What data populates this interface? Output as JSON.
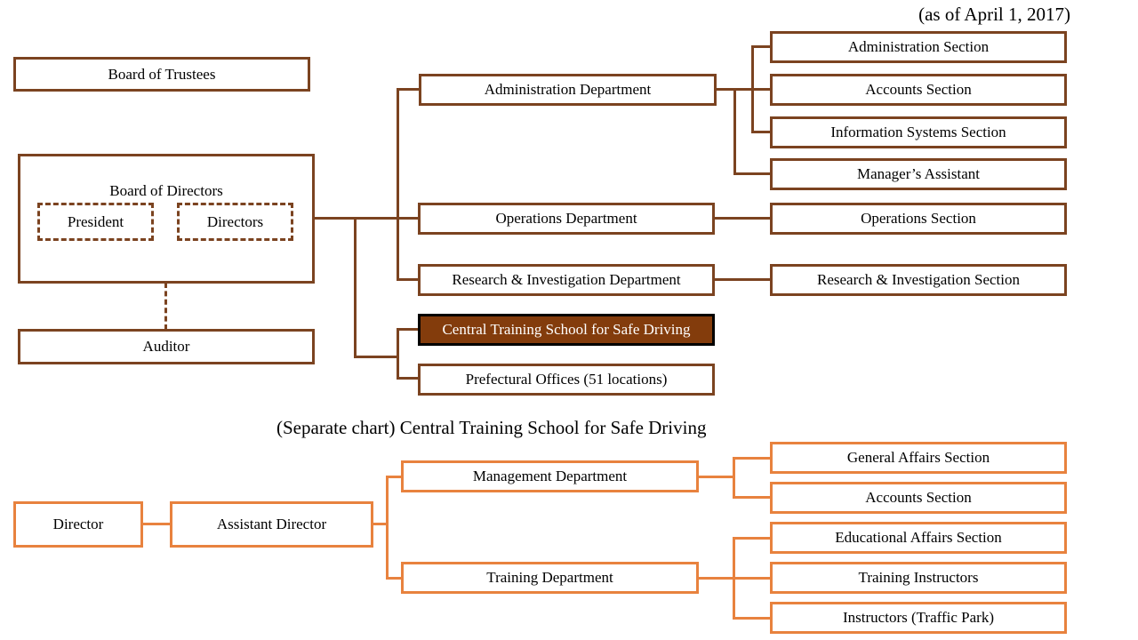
{
  "date_note": "(as of April 1, 2017)",
  "main_chart": {
    "board_of_trustees": "Board of Trustees",
    "board_of_directors": "Board of Directors",
    "president": "President",
    "directors": "Directors",
    "auditor": "Auditor",
    "administration_department": "Administration  Department",
    "operations_department": "Operations Department",
    "research_department": "Research & Investigation  Department",
    "central_training_school": "Central Training  School for Safe Driving",
    "prefectural_offices": "Prefectural Offices (51 locations)",
    "administration_section": "Administration  Section",
    "accounts_section": "Accounts Section",
    "information_systems_section": "Information  Systems Section",
    "managers_assistant": "Manager’s Assistant",
    "operations_section": "Operations Section",
    "research_section": "Research & Investigation  Section"
  },
  "separate_chart": {
    "title": "(Separate chart) Central Training  School for Safe Driving",
    "director": "Director",
    "assistant_director": "Assistant Director",
    "management_department": "Management  Department",
    "training_department": "Training  Department",
    "general_affairs_section": "General Affairs Section",
    "accounts_section": "Accounts Section",
    "educational_affairs_section": "Educational Affairs Section",
    "training_instructors": "Training  Instructors",
    "instructors_traffic_park": "Instructors (Traffic Park)"
  },
  "colors": {
    "main_line": "#7b4320",
    "separate_line": "#e8823e",
    "highlight_fill": "#833c0c"
  }
}
